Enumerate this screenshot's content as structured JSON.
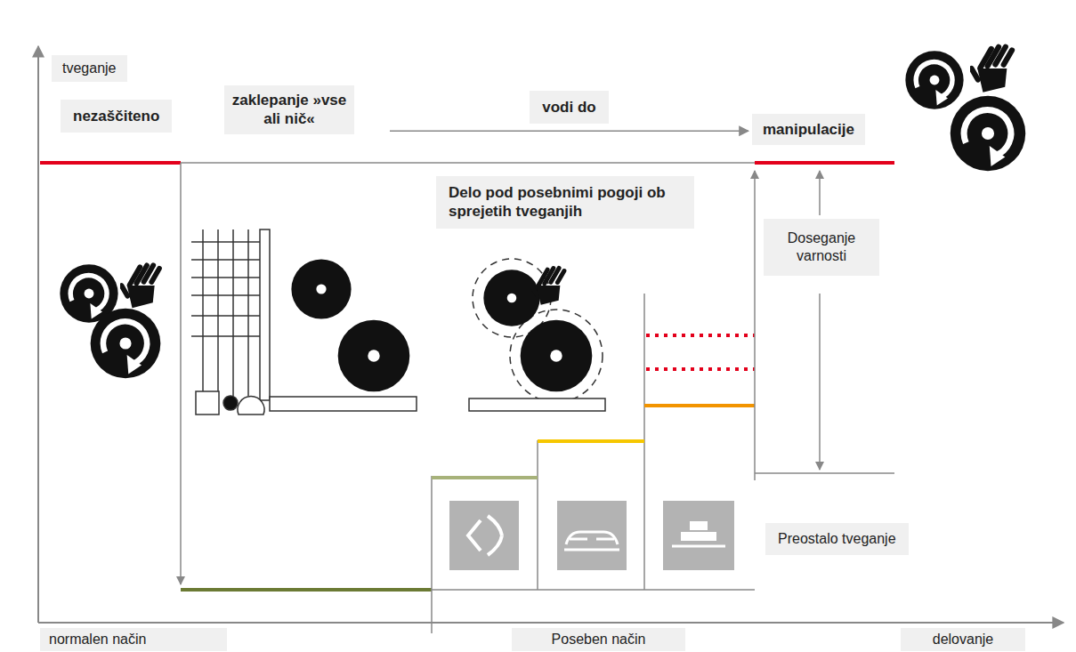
{
  "diagram": {
    "nodes": [
      {
        "text": [
          "zaklepanje »vse ali nič«"
        ]
      },
      {
        "text": [
          "manipulacije"
        ]
      }
    ],
    "edges": [
      {
        "from": 0,
        "to": 1,
        "arrow": "to",
        "label": "vodi do"
      }
    ],
    "labels": [
      "tveganje",
      "nezaščiteno",
      "Delo pod posebnimi pogoji ob sprejetih tveganjih",
      "Doseganje varnosti",
      "Preostalo tveganje",
      "normalen način",
      "Poseben način",
      "delovanje"
    ]
  }
}
